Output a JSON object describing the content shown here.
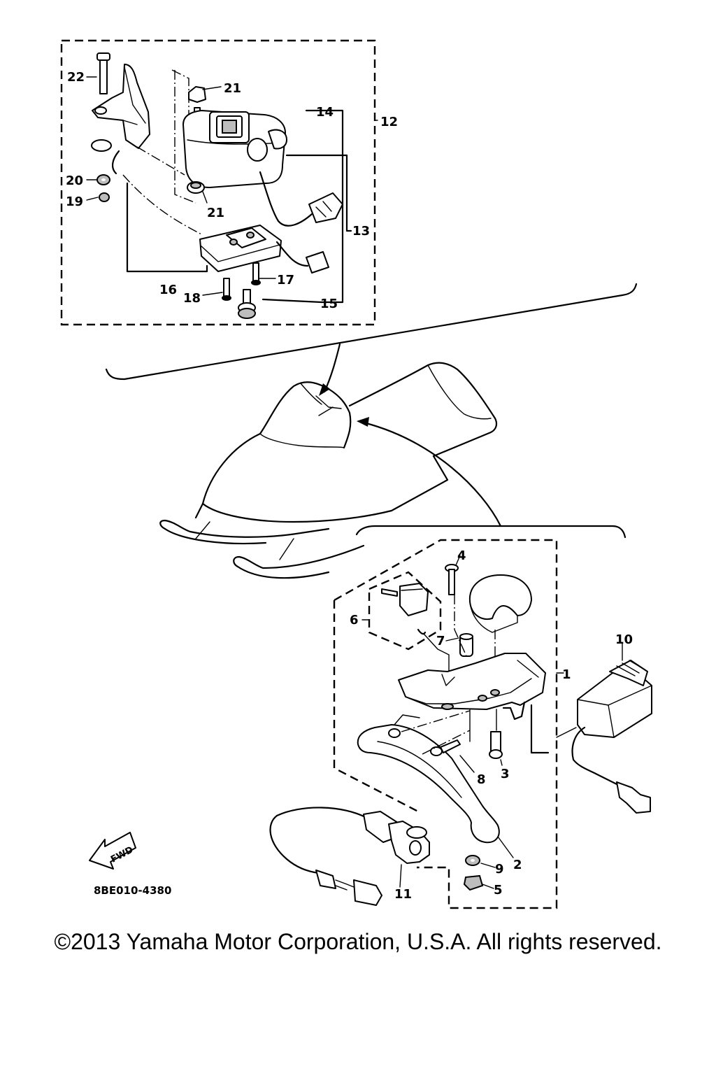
{
  "diagram": {
    "callouts": {
      "c22": "22",
      "c21a": "21",
      "c21b": "21",
      "c14": "14",
      "c12": "12",
      "c20": "20",
      "c19": "19",
      "c13": "13",
      "c16": "16",
      "c17": "17",
      "c18": "18",
      "c15": "15",
      "c4": "4",
      "c6": "6",
      "c7": "7",
      "c1": "1",
      "c10": "10",
      "c8": "8",
      "c3": "3",
      "c2": "2",
      "c9": "9",
      "c5": "5",
      "c11": "11"
    },
    "fwd_label": "FWD",
    "drawing_code": "8BE010-4380"
  },
  "footer": {
    "copyright": "©2013 Yamaha Motor Corporation, U.S.A. All rights reserved."
  }
}
